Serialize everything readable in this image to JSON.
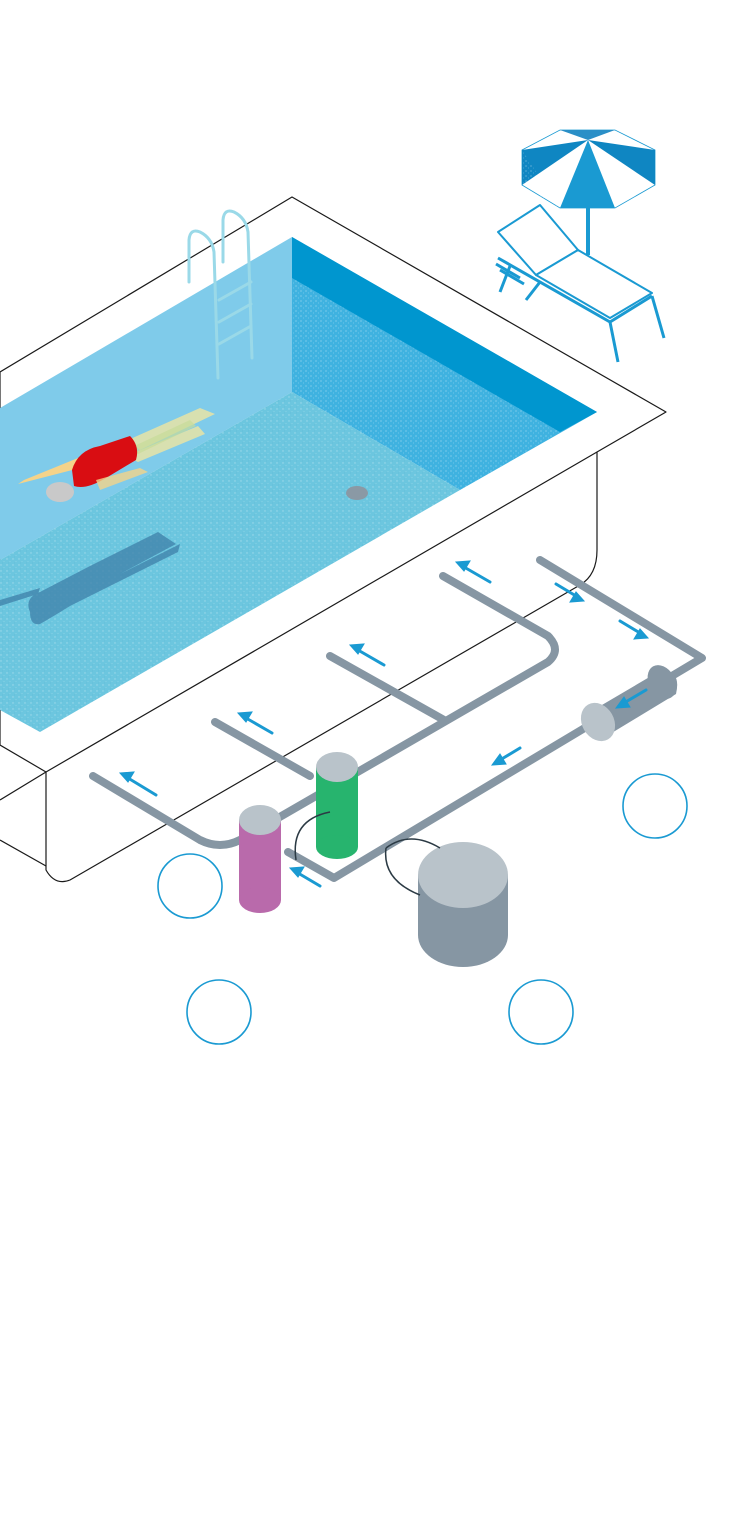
{
  "colors": {
    "background": "#ffffff",
    "outline": "#1a1a1a",
    "pool_surface": "#7fcbea",
    "pool_floor": "#6cc6df",
    "pool_wall_right": "#3fb2e0",
    "pool_wall_rim": "#0096cf",
    "pipe": "#8696a3",
    "flow_arrow": "#1a9ad2",
    "filter_green": "#27b46e",
    "filter_magenta": "#b96aab",
    "pump_body": "#8696a3",
    "pump_top": "#b9c3ca",
    "heater_body": "#8696a3",
    "heater_cap": "#b9c3ca",
    "swimmer_suit": "#d90d12",
    "swimmer_skin": "#f4d38a",
    "swimmer_shadow": "#3d7fa8",
    "umbrella_dark": "#0f86c2",
    "umbrella_mid": "#2a8fc7",
    "umbrella_light": "#ffffff",
    "lounger": "#1a9ad2",
    "ladder": "#9ad9e8",
    "hotspot_ring": "#1a9ad2"
  },
  "illustration": {
    "scene": "pool-circulation-system",
    "elements": [
      "pool-basin",
      "swimmer",
      "swimmer-shadow",
      "ladder",
      "floor-drain",
      "beach-umbrella",
      "sun-lounger",
      "return-pipes",
      "suction-pipe",
      "heater-cylinder",
      "pump-unit",
      "green-filter",
      "magenta-filter",
      "flow-arrows"
    ]
  },
  "hotspots": [
    {
      "id": "hotspot-heater",
      "icon": "circle-marker"
    },
    {
      "id": "hotspot-magenta-filter",
      "icon": "circle-marker"
    },
    {
      "id": "hotspot-pump-left",
      "icon": "circle-marker"
    },
    {
      "id": "hotspot-pump-right",
      "icon": "circle-marker"
    }
  ]
}
